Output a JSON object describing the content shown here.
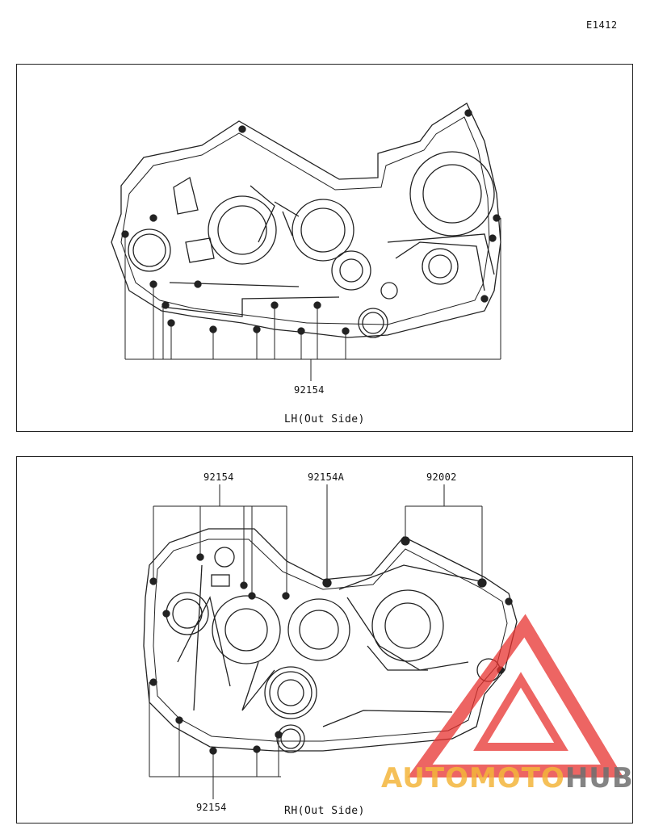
{
  "figure_code": "E1412",
  "top_panel": {
    "caption": "LH(Out Side)",
    "callouts": [
      {
        "part_number": "92154"
      }
    ]
  },
  "bottom_panel": {
    "caption": "RH(Out Side)",
    "callouts": [
      {
        "part_number": "92154"
      },
      {
        "part_number": "92154A"
      },
      {
        "part_number": "92002"
      },
      {
        "part_number": "92154"
      }
    ]
  },
  "watermark": {
    "brand_part1": "AUTOMOTO",
    "brand_part2": "HUB",
    "color_primary": "#f4b63b",
    "color_secondary": "#6f6f6f",
    "color_logo": "#e8322f"
  },
  "colors": {
    "line": "#222222",
    "background": "#ffffff"
  }
}
